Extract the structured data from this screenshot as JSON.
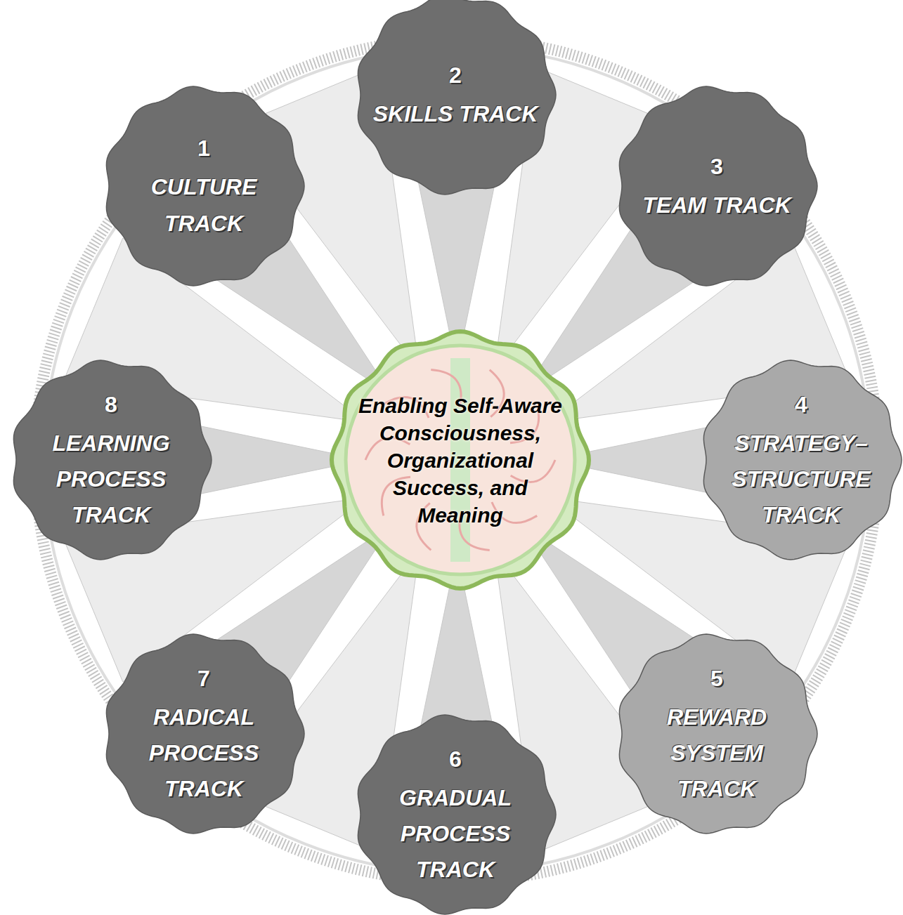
{
  "diagram": {
    "nodes": [
      {
        "text": [
          "1",
          "CULTURE TRACK"
        ]
      },
      {
        "text": [
          "2",
          "SKILLS TRACK"
        ]
      },
      {
        "text": [
          "3",
          "TEAM TRACK"
        ]
      },
      {
        "text": [
          "4",
          "STRATEGY–STRUCTURE TRACK"
        ]
      },
      {
        "text": [
          "5",
          "REWARD SYSTEM TRACK"
        ]
      },
      {
        "text": [
          "6",
          "GRADUAL PROCESS TRACK"
        ]
      },
      {
        "text": [
          "7",
          "RADICAL PROCESS TRACK"
        ]
      },
      {
        "text": [
          "8",
          "LEARNING PROCESS TRACK"
        ]
      },
      {
        "text": [
          "Enabling Self-Aware Consciousness, Organizational Success, and Meaning"
        ]
      }
    ]
  }
}
